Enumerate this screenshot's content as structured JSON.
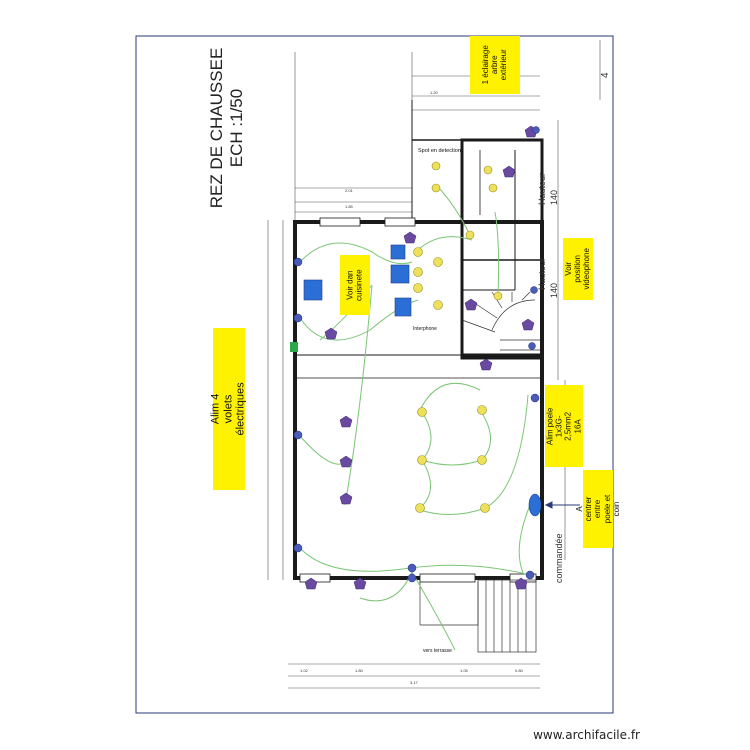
{
  "plan": {
    "title_line1": "REZ DE CHAUSSEE",
    "title_line2": "ECH :1/50",
    "page_number": "4"
  },
  "annotations": {
    "volets": "Alim 4 volets électriques",
    "cuisine": "Voir dan\ncuisinete",
    "eclairage": "1 éclairage\narbre\nextérieur",
    "videophone": "Voir position\nvideophone",
    "alim_poele": "Alim poele\n1x3G-2,5mm2\n16A",
    "a_centrer": "A centrer entre\npoele et coin"
  },
  "labels": {
    "spot": "Spot en detection",
    "interphone": "Interphone",
    "hauteur_1": "Hauteur",
    "hauteur_2": "Hauteur",
    "h140_1": "140",
    "h140_2": "140",
    "commandee": "commandée",
    "vers_terrasse": "vers terrasse"
  },
  "watermark": "www.archifacile.fr",
  "colors": {
    "wall": "#1a1a1a",
    "wire": "#7cc576",
    "socket": "#6a4aa0",
    "light": "#ede05a",
    "blue_box": "#2b6fd6",
    "note_bg": "#fff200",
    "frame": "#2a3a7a"
  }
}
